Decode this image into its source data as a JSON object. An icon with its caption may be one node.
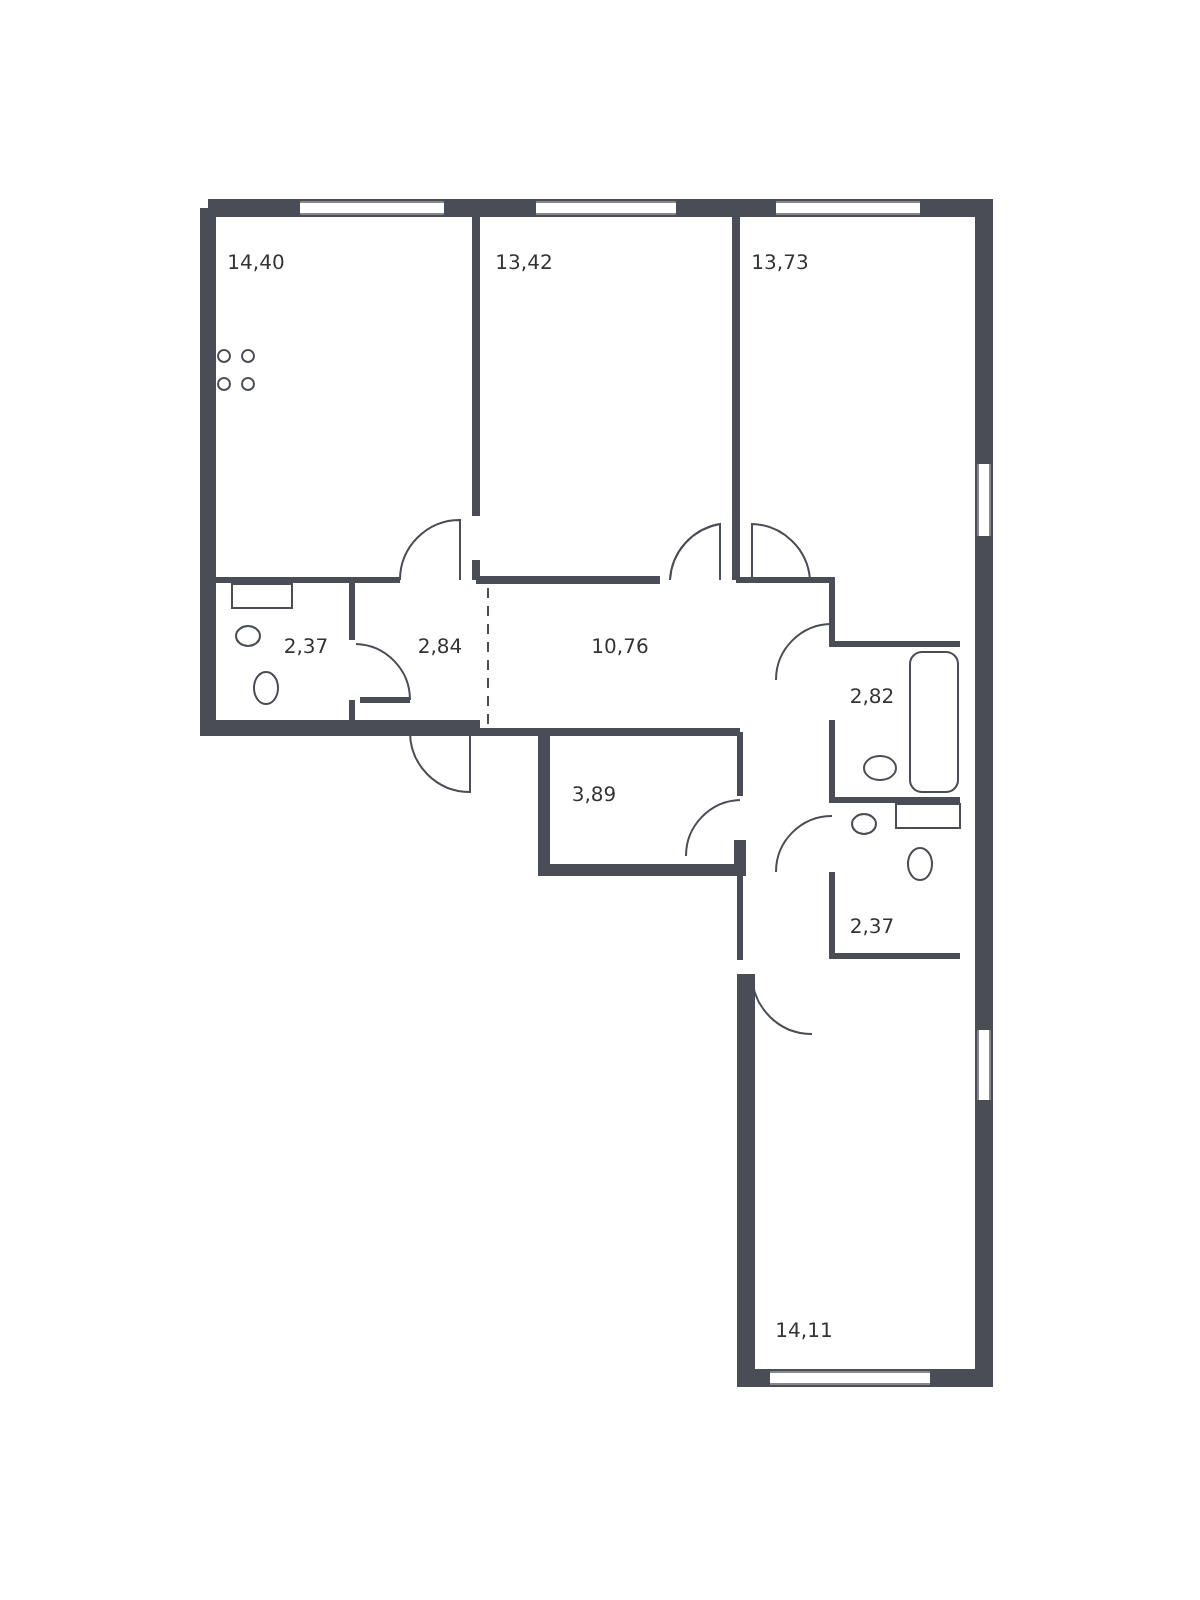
{
  "diagram": {
    "labels": [
      "14,40",
      "13,42",
      "13,73",
      "2,37",
      "2,84",
      "10,76",
      "2,82",
      "3,89",
      "2,37",
      "14,11"
    ]
  }
}
